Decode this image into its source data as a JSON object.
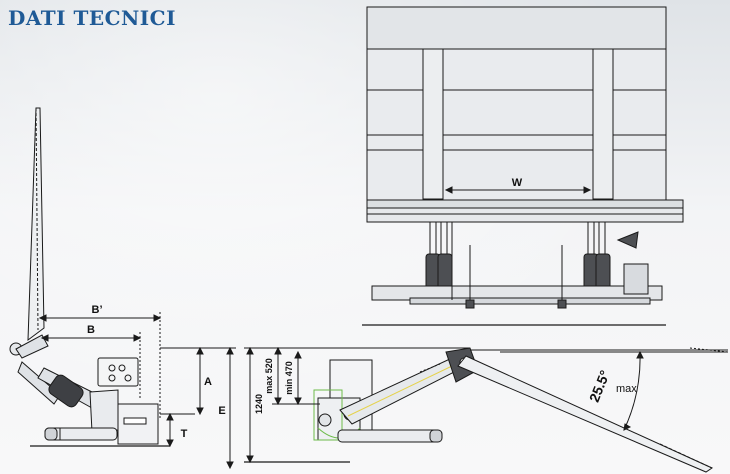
{
  "header": {
    "title": "DATI TECNICI"
  },
  "dimensions": {
    "W": "W",
    "B_prime": "B’",
    "B": "B",
    "A": "A",
    "T": "T",
    "E": "E",
    "h1240": "1240",
    "max520": "max 520",
    "min470": "min 470",
    "angle": "25.5°",
    "angle_max": "max"
  },
  "colors": {
    "title": "#1f5a96",
    "line": "#1a1a1a",
    "accent_yellow": "#e5d24a",
    "accent_green": "#6dbb4a"
  }
}
